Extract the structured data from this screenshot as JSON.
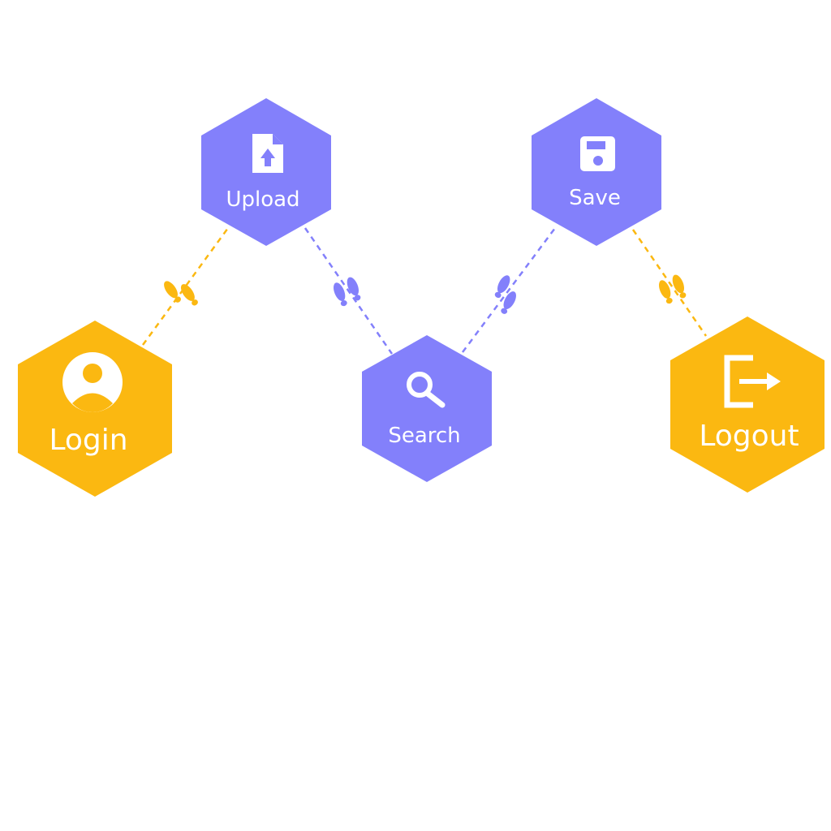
{
  "colors": {
    "background": "#ffffff",
    "yellow": "#fbb811",
    "purple": "#8380fb",
    "icon": "#ffffff"
  },
  "nodes": [
    {
      "id": "login",
      "label": "Login",
      "icon": "user-circle-icon",
      "color": "yellow"
    },
    {
      "id": "upload",
      "label": "Upload",
      "icon": "file-upload-icon",
      "color": "purple"
    },
    {
      "id": "search",
      "label": "Search",
      "icon": "search-icon",
      "color": "purple"
    },
    {
      "id": "save",
      "label": "Save",
      "icon": "floppy-disk-icon",
      "color": "purple"
    },
    {
      "id": "logout",
      "label": "Logout",
      "icon": "logout-icon",
      "color": "yellow"
    }
  ],
  "connectors": [
    {
      "from": "login",
      "to": "upload",
      "color": "yellow",
      "style": "dashed",
      "marker": "footprints-icon"
    },
    {
      "from": "upload",
      "to": "search",
      "color": "purple",
      "style": "dashed",
      "marker": "footprints-icon"
    },
    {
      "from": "search",
      "to": "save",
      "color": "purple",
      "style": "dashed",
      "marker": "footprints-icon"
    },
    {
      "from": "save",
      "to": "logout",
      "color": "yellow",
      "style": "dashed",
      "marker": "footprints-icon"
    }
  ]
}
